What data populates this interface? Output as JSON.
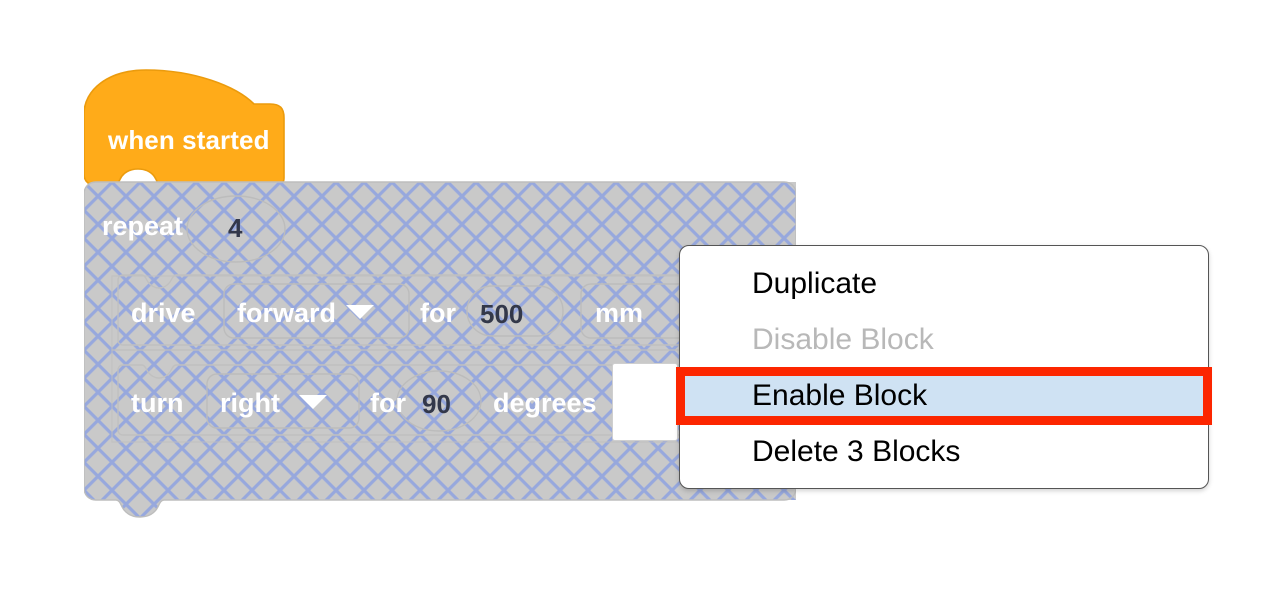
{
  "app": {
    "name": "block-coding-workspace",
    "canvas_background": "#ffffff"
  },
  "colors": {
    "hat_block": "#ffab19",
    "hat_block_border": "#eb9b0d",
    "disabled_fill": "#c9c9c9",
    "disabled_hatch_line": "#97a8dd",
    "disabled_border": "#bdbdbd",
    "block_text": "#ffffff",
    "number_text": "#33384a",
    "menu_background": "#ffffff",
    "menu_border": "#555555",
    "menu_highlight": "#cfe2f3",
    "menu_disabled_text": "#b8b8b8",
    "annotation_red": "#fc2600"
  },
  "blocks": {
    "hat": {
      "label": "when started",
      "state": "enabled"
    },
    "repeat": {
      "keyword": "repeat",
      "count": "4",
      "state": "disabled"
    },
    "drive": {
      "keyword": "drive",
      "direction": "forward",
      "direction_icon": "chevron-down-icon",
      "connector": "for",
      "distance": "500",
      "units": "mm",
      "units_icon": "chevron-down-icon",
      "state": "disabled"
    },
    "turn": {
      "keyword": "turn",
      "direction": "right",
      "direction_icon": "chevron-down-icon",
      "connector": "for",
      "amount": "90",
      "units": "degrees",
      "state": "disabled"
    },
    "empty_field": {
      "value": "",
      "placeholder": ""
    }
  },
  "context_menu": {
    "items": [
      {
        "label": "Duplicate",
        "state": "normal"
      },
      {
        "label": "Disable Block",
        "state": "disabled"
      },
      {
        "label": "Enable Block",
        "state": "highlighted"
      },
      {
        "label": "Delete 3 Blocks",
        "state": "normal"
      }
    ]
  },
  "annotation": {
    "target": "Enable Block",
    "color": "#fc2600"
  }
}
